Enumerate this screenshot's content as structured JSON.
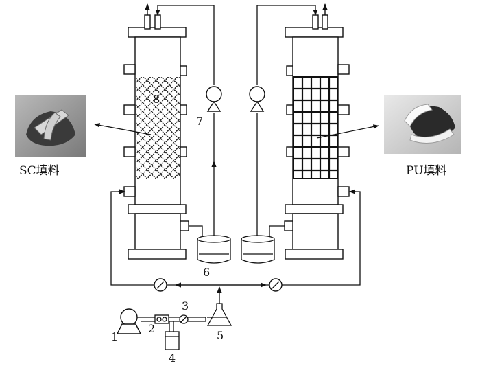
{
  "labels": {
    "air_pump": "1",
    "flow_meter": "2",
    "valve": "3",
    "water_bottle": "4",
    "flask": "5",
    "reservoir": "6",
    "recirc_pump": "7",
    "packing_section": "8"
  },
  "captions": {
    "left_packing": "SC填料",
    "right_packing": "PU填料"
  },
  "colors": {
    "line": "#1a1a1a",
    "photo_bg": "#8c8c8c"
  }
}
